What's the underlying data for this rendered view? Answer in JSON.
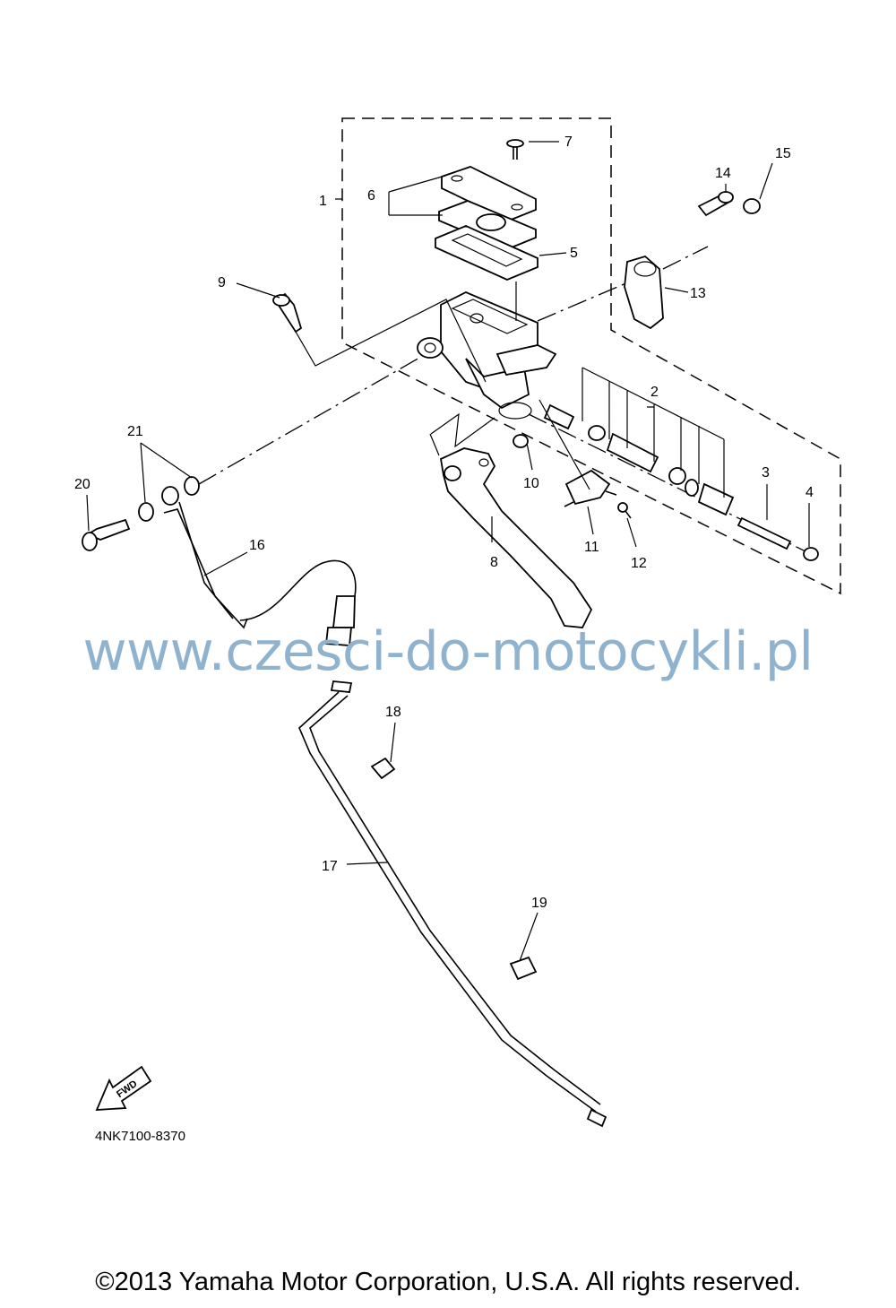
{
  "callouts": [
    "1",
    "2",
    "3",
    "4",
    "5",
    "6",
    "7",
    "8",
    "9",
    "10",
    "11",
    "12",
    "13",
    "14",
    "15",
    "16",
    "17",
    "18",
    "19",
    "20",
    "21"
  ],
  "fwd_label": "FWD",
  "diagram_code": "4NK7100-8370",
  "watermark": "www.czesci-do-motocykli.pl",
  "copyright": "©2013 Yamaha Motor Corporation, U.S.A. All rights reserved.",
  "colors": {
    "lines": "#000000",
    "watermark": "#8fb2cf",
    "background": "#ffffff"
  }
}
